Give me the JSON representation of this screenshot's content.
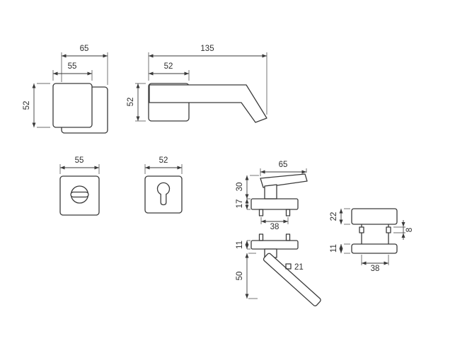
{
  "drawing": {
    "front_view": {
      "width": "65",
      "grip_width": "55",
      "height": "52"
    },
    "profile": {
      "length": "135",
      "rose_width": "52",
      "rose_height": "52"
    },
    "wc_rose": {
      "width": "55"
    },
    "pz_rose": {
      "width": "52"
    },
    "section_a": {
      "grip_length": "65",
      "neck_height": "30",
      "rose_depth": "17",
      "screw_spacing": "38"
    },
    "section_b": {
      "rose_depth": "11",
      "drop": "50",
      "spindle_size": "21"
    },
    "section_c": {
      "top_rose_depth": "22",
      "screw_head": "8",
      "bottom_rose_depth": "11",
      "screw_spacing": "38"
    }
  },
  "colors": {
    "line": "#3a3a3a",
    "background": "#ffffff"
  }
}
